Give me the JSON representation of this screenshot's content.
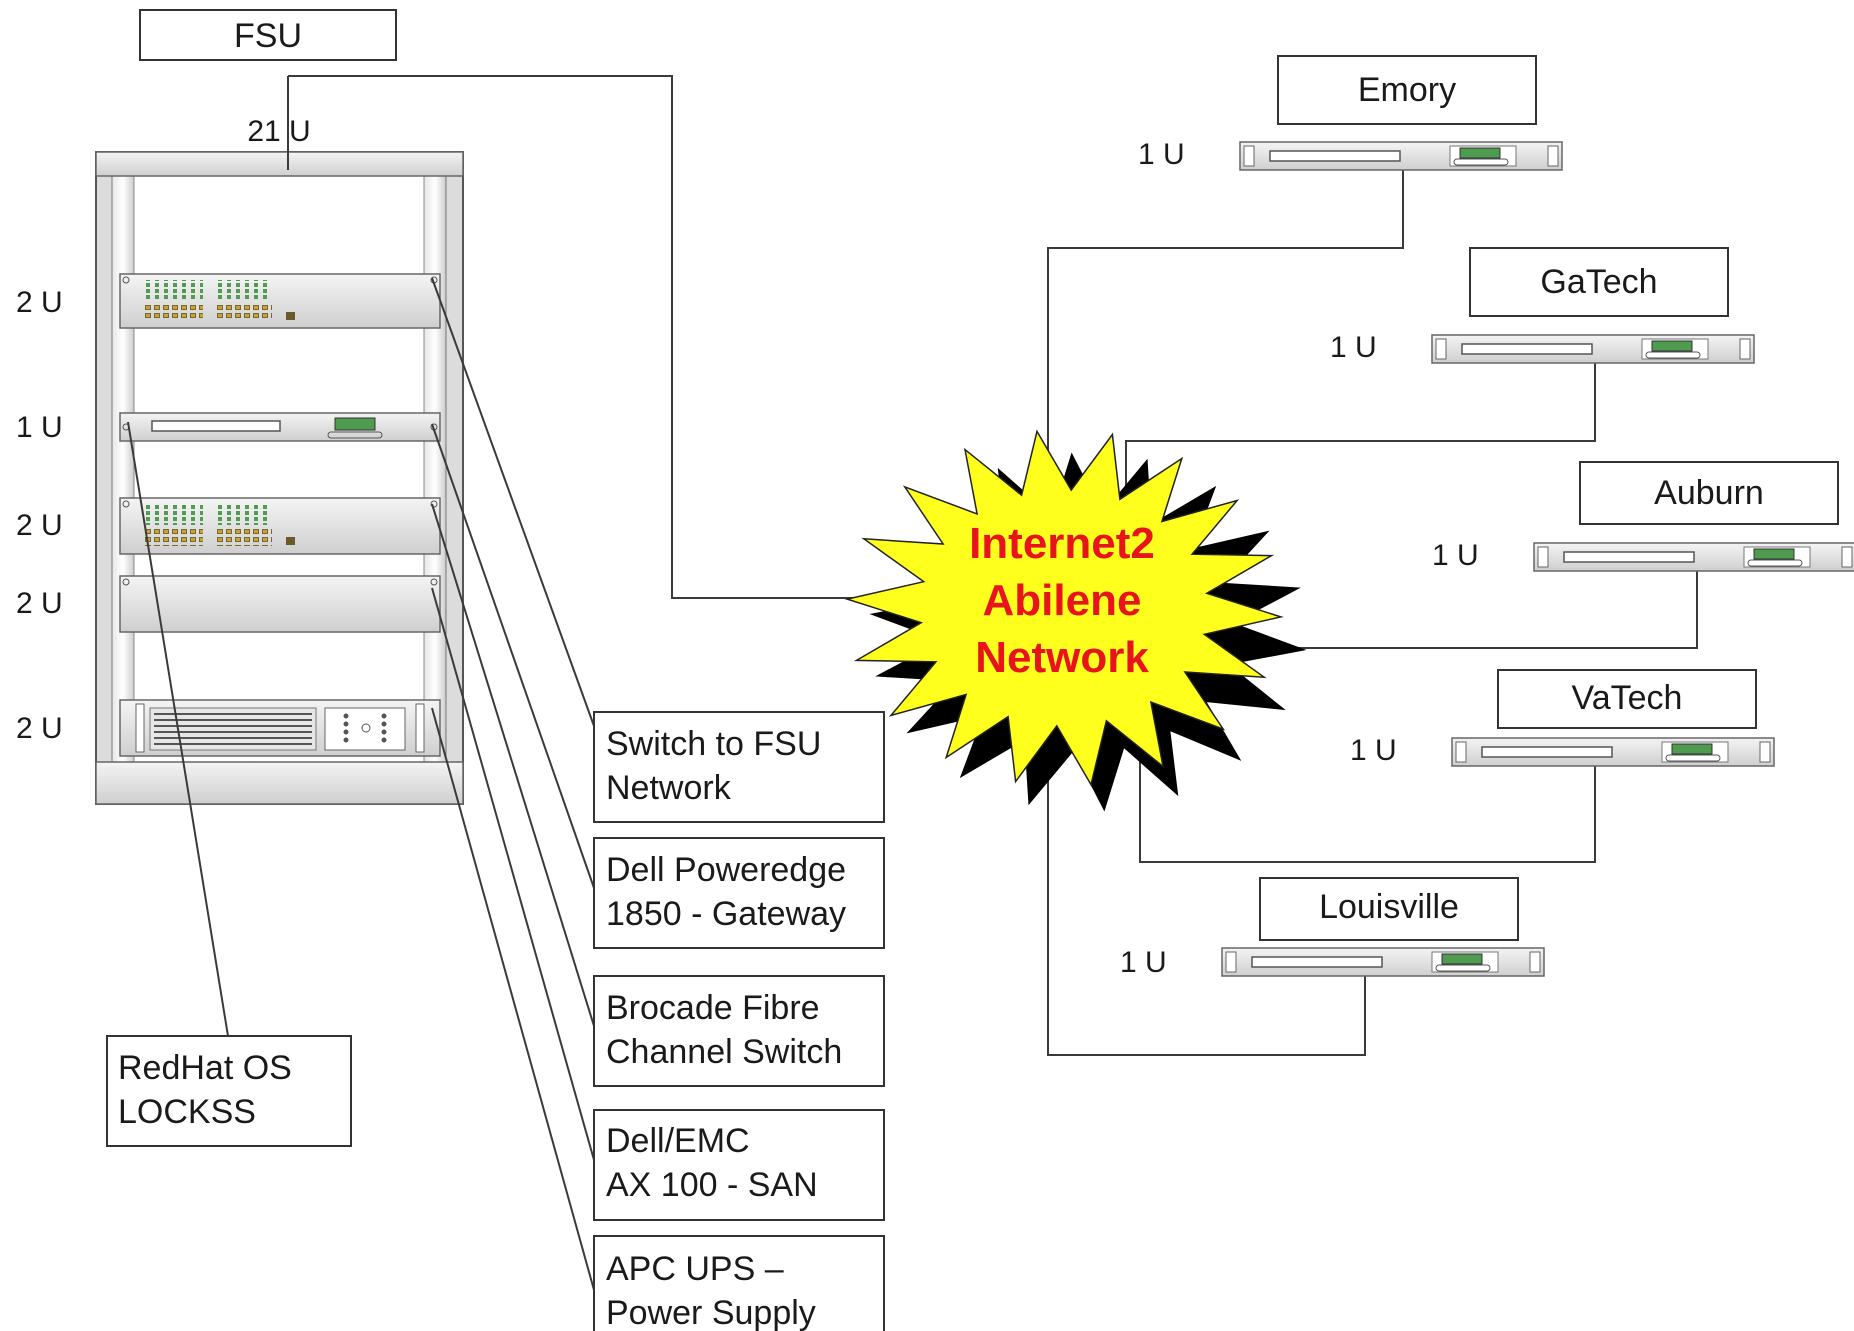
{
  "fsu": {
    "title": "FSU",
    "rack_units": "21 U"
  },
  "rack_unit_labels": [
    "2 U",
    "1 U",
    "2 U",
    "2 U",
    "2 U"
  ],
  "callouts": [
    {
      "line1": "Switch to FSU",
      "line2": "Network"
    },
    {
      "line1": "Dell Poweredge",
      "line2": "1850 - Gateway"
    },
    {
      "line1": "Brocade Fibre",
      "line2": "Channel Switch"
    },
    {
      "line1": "Dell/EMC",
      "line2": "AX 100 - SAN"
    },
    {
      "line1": "APC UPS –",
      "line2": "Power Supply"
    },
    {
      "line1": "RedHat OS",
      "line2": "LOCKSS"
    }
  ],
  "network": {
    "line1": "Internet2",
    "line2": "Abilene",
    "line3": "Network",
    "text_color": "#e8141b",
    "fill_color": "#ffff1e"
  },
  "sites": [
    {
      "name": "Emory",
      "units": "1 U"
    },
    {
      "name": "GaTech",
      "units": "1 U"
    },
    {
      "name": "Auburn",
      "units": "1 U"
    },
    {
      "name": "VaTech",
      "units": "1 U"
    },
    {
      "name": "Louisville",
      "units": "1 U"
    }
  ]
}
